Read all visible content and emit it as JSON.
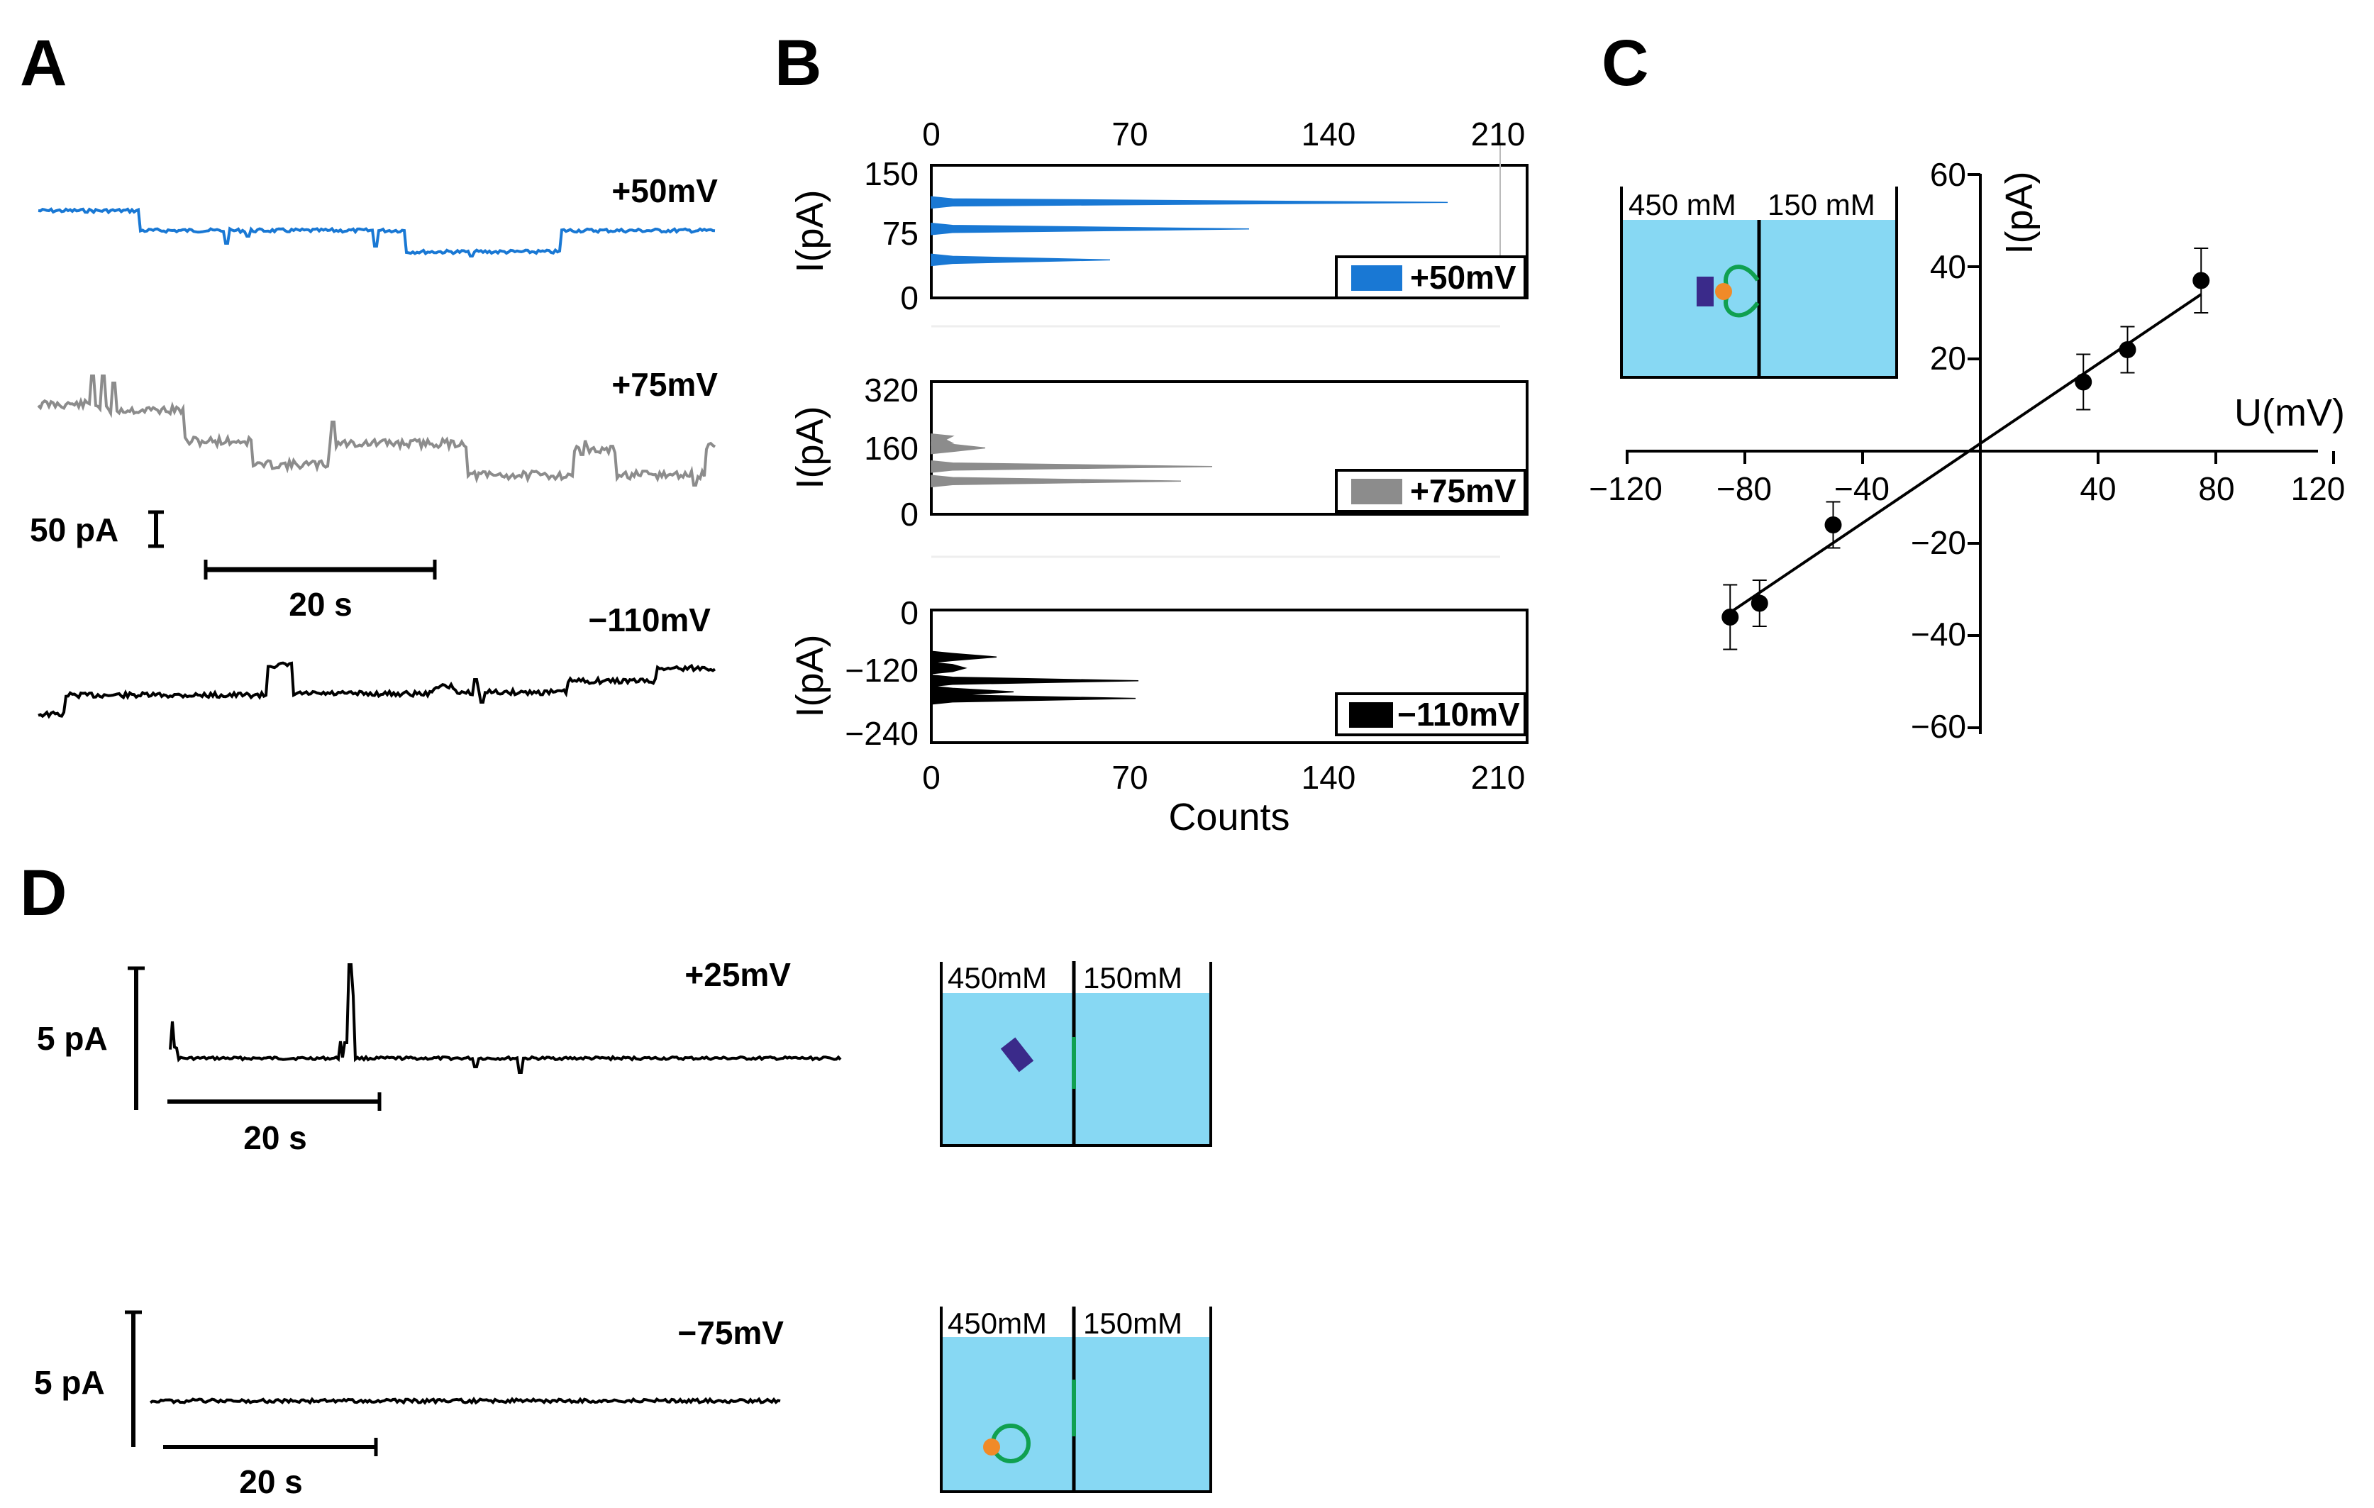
{
  "colors": {
    "blue": "#1978d4",
    "gray": "#8c8c8c",
    "black": "#000000",
    "bath": "#87d8f3",
    "protein": "#3a2a8a",
    "ligand": "#f08a28",
    "pore": "#10a050"
  },
  "panel_letters": {
    "a": "A",
    "b": "B",
    "c": "C",
    "d": "D"
  },
  "panel_a": {
    "traces": [
      {
        "label": "+50mV",
        "color": "#1978d4"
      },
      {
        "label": "+75mV",
        "color": "#8c8c8c"
      },
      {
        "label": "−110mV",
        "color": "#000000"
      }
    ],
    "current_scale": "50 pA",
    "time_scale": "20 s"
  },
  "panel_d": {
    "traces": [
      {
        "label": "+25mV",
        "current_scale": "5 pA",
        "time_scale": "20 s"
      },
      {
        "label": "−75mV",
        "current_scale": "5 pA",
        "time_scale": "20 s"
      }
    ],
    "schematics": [
      {
        "left": "450mM",
        "right": "150mM"
      },
      {
        "left": "450mM",
        "right": "150mM"
      }
    ]
  },
  "panel_c_inset": {
    "left": "450 mM",
    "right": "150 mM"
  },
  "chart_data": [
    {
      "type": "bar",
      "orientation": "horizontal",
      "panel": "B",
      "ylabel": "I(pA)",
      "legend": "+50mV",
      "legend_placement": "bottom-right",
      "color": "#1978d4",
      "xlim": [
        0,
        210
      ],
      "x_ticks": [
        "0",
        "70",
        "140",
        "210"
      ],
      "x_ticks_position": "top",
      "ylim": [
        0,
        150
      ],
      "y_ticks": [
        "150",
        "75",
        "0"
      ],
      "peaks": [
        {
          "current": 108,
          "counts": 182
        },
        {
          "current": 78,
          "counts": 112
        },
        {
          "current": 43,
          "counts": 63
        }
      ]
    },
    {
      "type": "bar",
      "orientation": "horizontal",
      "panel": "B",
      "ylabel": "I(pA)",
      "legend": "+75mV",
      "legend_placement": "bottom-right",
      "color": "#8c8c8c",
      "xlim": [
        0,
        210
      ],
      "ylim": [
        0,
        320
      ],
      "y_ticks": [
        "320",
        "160",
        "0"
      ],
      "peaks": [
        {
          "current": 180,
          "counts": 5
        },
        {
          "current": 160,
          "counts": 19
        },
        {
          "current": 115,
          "counts": 99
        },
        {
          "current": 80,
          "counts": 88
        }
      ]
    },
    {
      "type": "bar",
      "orientation": "horizontal",
      "panel": "B",
      "xlabel": "Counts",
      "ylabel": "I(pA)",
      "legend": "−110mV",
      "legend_placement": "bottom-right",
      "color": "#000000",
      "xlim": [
        0,
        210
      ],
      "x_ticks": [
        "0",
        "70",
        "140",
        "210"
      ],
      "ylim": [
        -240,
        0
      ],
      "y_ticks": [
        "0",
        "−120",
        "−240"
      ],
      "peaks": [
        {
          "current": -85,
          "counts": 23
        },
        {
          "current": -105,
          "counts": 12
        },
        {
          "current": -128,
          "counts": 73
        },
        {
          "current": -148,
          "counts": 29
        },
        {
          "current": -160,
          "counts": 72
        }
      ]
    },
    {
      "type": "scatter",
      "panel": "C",
      "xlabel": "U(mV)",
      "ylabel": "I(pA)",
      "xlim": [
        -120,
        120
      ],
      "ylim": [
        -60,
        60
      ],
      "x_ticks": [
        "−120",
        "−80",
        "−40",
        "40",
        "80",
        "120"
      ],
      "y_ticks": [
        "60",
        "40",
        "20",
        "−20",
        "−40",
        "−60"
      ],
      "points": [
        {
          "x": -85,
          "y": -36,
          "err": 7
        },
        {
          "x": -75,
          "y": -33,
          "err": 5
        },
        {
          "x": -50,
          "y": -16,
          "err": 5
        },
        {
          "x": 35,
          "y": 15,
          "err": 6
        },
        {
          "x": 50,
          "y": 22,
          "err": 5
        },
        {
          "x": 75,
          "y": 37,
          "err": 7
        }
      ],
      "fit": {
        "x1": -85,
        "y1": -35,
        "x2": 75,
        "y2": 34
      }
    }
  ]
}
